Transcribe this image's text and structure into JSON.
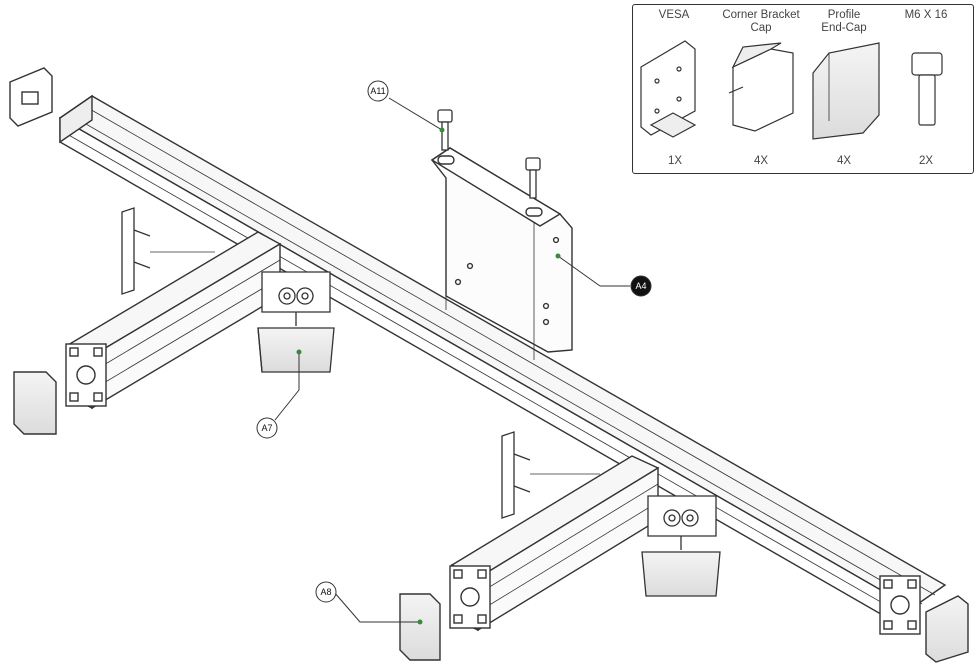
{
  "parts_box": {
    "items": [
      {
        "title": "VESA",
        "qty": "1X"
      },
      {
        "title": "Corner Bracket\nCap",
        "qty": "4X"
      },
      {
        "title": "Profile\nEnd-Cap",
        "qty": "4X"
      },
      {
        "title": "M6 X 16",
        "qty": "2X"
      }
    ]
  },
  "callouts": {
    "a11": "A11",
    "a4": "A4",
    "a7": "A7",
    "a8": "A8"
  },
  "colors": {
    "line": "#333333",
    "fill": "#ffffff",
    "accent_dot": "#3a8a3a",
    "callout_dark": "#111111"
  }
}
